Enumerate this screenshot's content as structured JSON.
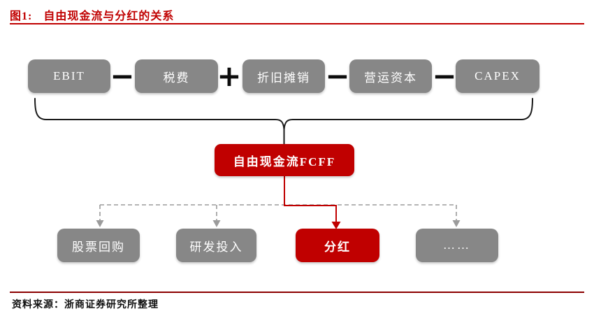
{
  "figure": {
    "title_prefix": "图1:",
    "title": "自由现金流与分红的关系"
  },
  "colors": {
    "accent_red": "#c00000",
    "box_gray": "#878787",
    "dash_gray": "#9b9b9b",
    "line_dark_red": "#8b0000",
    "operator_black": "#0d0d0d"
  },
  "flow": {
    "inputs": [
      {
        "label": "EBIT"
      },
      {
        "label": "税费"
      },
      {
        "label": "折旧摊销"
      },
      {
        "label": "营运资本"
      },
      {
        "label": "CAPEX"
      }
    ],
    "operators": [
      "−",
      "+",
      "−",
      "−"
    ],
    "result": {
      "label": "自由现金流FCFF"
    },
    "uses": [
      {
        "label": "股票回购",
        "highlight": false
      },
      {
        "label": "研发投入",
        "highlight": false
      },
      {
        "label": "分红",
        "highlight": true
      },
      {
        "label": "……",
        "highlight": false
      }
    ]
  },
  "footer": {
    "source": "资料来源：浙商证券研究所整理"
  }
}
